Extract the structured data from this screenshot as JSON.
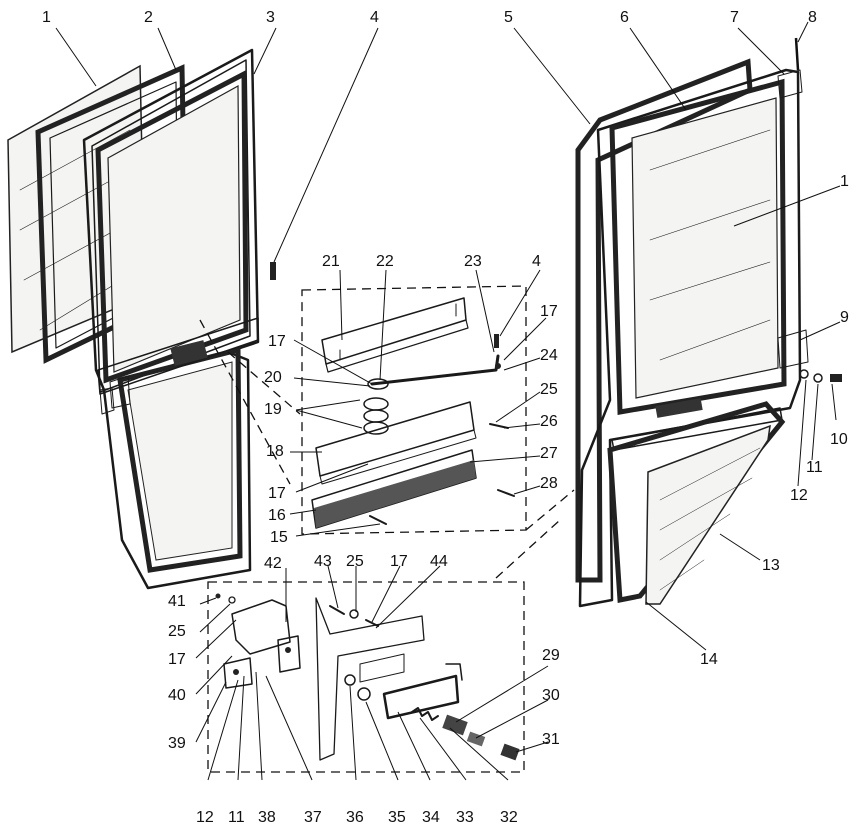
{
  "labels": {
    "l1a": "1",
    "l2": "2",
    "l3": "3",
    "l4a": "4",
    "l5": "5",
    "l6": "6",
    "l7": "7",
    "l8": "8",
    "l1b": "1",
    "l9": "9",
    "l10": "10",
    "l11a": "11",
    "l12a": "12",
    "l13": "13",
    "l14": "14",
    "l21": "21",
    "l22": "22",
    "l23": "23",
    "l4b": "4",
    "l17a": "17",
    "l17b": "17",
    "l24": "24",
    "l20": "20",
    "l25a": "25",
    "l19": "19",
    "l26": "26",
    "l18": "18",
    "l27": "27",
    "l17c": "17",
    "l28": "28",
    "l16": "16",
    "l15": "15",
    "l43": "43",
    "l25b": "25",
    "l17d": "17",
    "l44": "44",
    "l42": "42",
    "l41": "41",
    "l25c": "25",
    "l17e": "17",
    "l40": "40",
    "l39": "39",
    "l29": "29",
    "l30": "30",
    "l31": "31",
    "l12b": "12",
    "l11b": "11",
    "l38": "38",
    "l37": "37",
    "l36": "36",
    "l35": "35",
    "l34": "34",
    "l33": "33",
    "l32": "32"
  }
}
